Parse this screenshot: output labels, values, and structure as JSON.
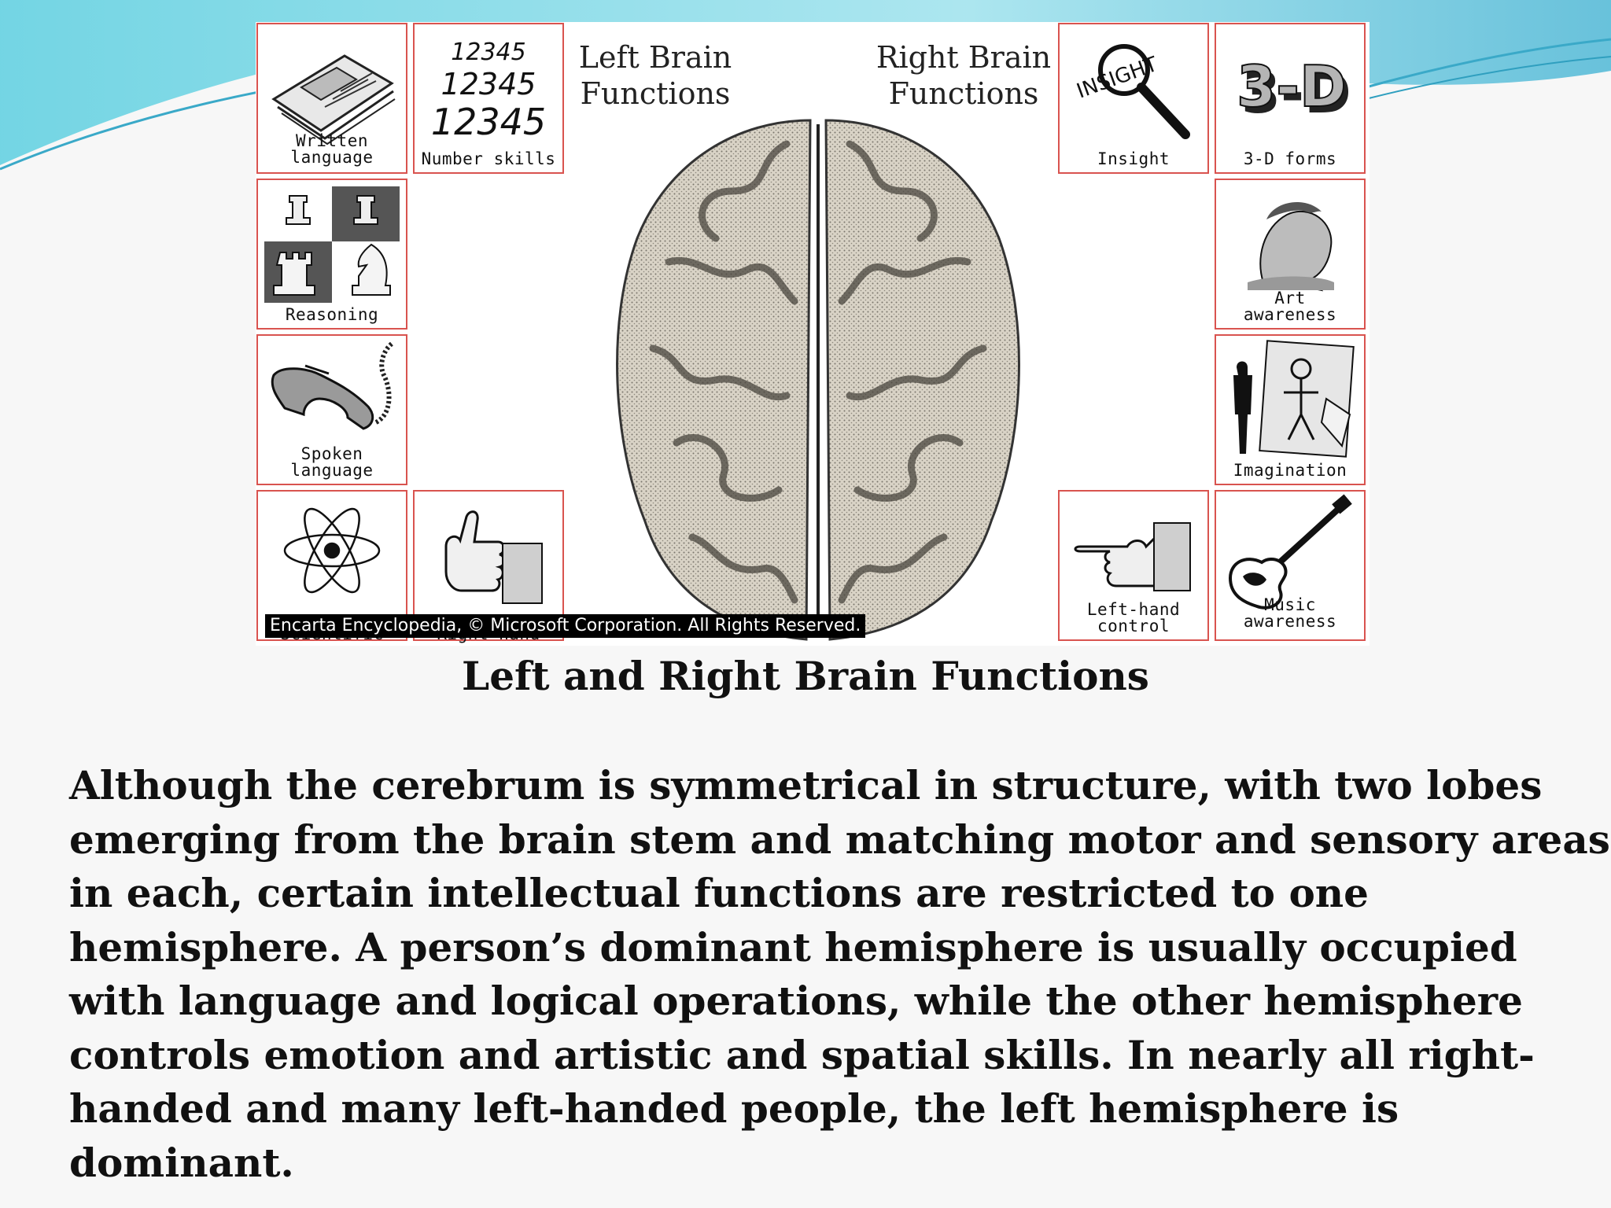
{
  "figure": {
    "left_title": [
      "Left Brain",
      "Functions"
    ],
    "right_title": [
      "Right Brain",
      "Functions"
    ],
    "credit": "Encarta Encyclopedia, © Microsoft Corporation. All Rights Reserved.",
    "tiles": {
      "written_language": [
        "Written",
        "language"
      ],
      "number_skills": [
        "Number skills"
      ],
      "number_digits": [
        "12345",
        "12345",
        "12345"
      ],
      "reasoning": [
        "Reasoning"
      ],
      "spoken_language": [
        "Spoken",
        "language"
      ],
      "scientific": [
        "Scientific"
      ],
      "right_hand": [
        "Right-hand"
      ],
      "insight": [
        "Insight"
      ],
      "insight_word": "INSIGHT",
      "forms_3d": [
        "3-D forms"
      ],
      "forms_3d_word": "3-D",
      "art_awareness": [
        "Art",
        "awareness"
      ],
      "imagination": [
        "Imagination"
      ],
      "left_hand": [
        "Left-hand",
        "control"
      ],
      "music_awareness": [
        "Music",
        "awareness"
      ]
    }
  },
  "caption": "Left and Right Brain Functions",
  "body_lines": [
    "Although the cerebrum is symmetrical in structure, with two lobes",
    "emerging from the brain stem and matching motor and sensory areas",
    "in each, certain intellectual functions are restricted to one",
    "hemisphere. A person’s dominant hemisphere is usually occupied",
    "with language and logical operations, while the other hemisphere",
    "controls emotion and artistic and spatial skills. In nearly all right-",
    "handed and many left-handed people, the left hemisphere is",
    "dominant."
  ],
  "colors": {
    "tile_border": "#d9534f",
    "swoosh": "#4fc3d9"
  }
}
